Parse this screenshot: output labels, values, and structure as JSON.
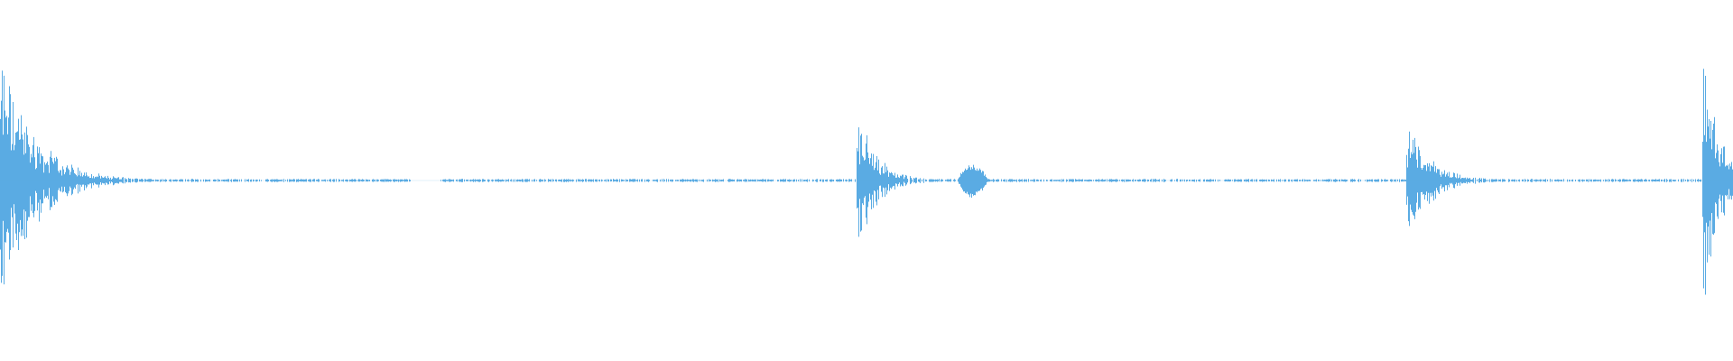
{
  "waveform": {
    "color": "#5aabe3",
    "background": "#ffffff",
    "duration_fraction_events": [
      {
        "start": 0.0,
        "peak": 1.0,
        "decay": 0.055
      },
      {
        "start": 0.494,
        "peak": 0.58,
        "decay": 0.032
      },
      {
        "start": 0.552,
        "peak": 0.13,
        "decay": 0.018,
        "shape": "swell"
      },
      {
        "start": 0.811,
        "peak": 0.45,
        "decay": 0.04
      },
      {
        "start": 0.982,
        "peak": 1.0,
        "decay": 0.03
      }
    ],
    "noise_floor": 0.012,
    "gaps": [
      {
        "start": 0.238,
        "end": 0.254
      }
    ]
  }
}
